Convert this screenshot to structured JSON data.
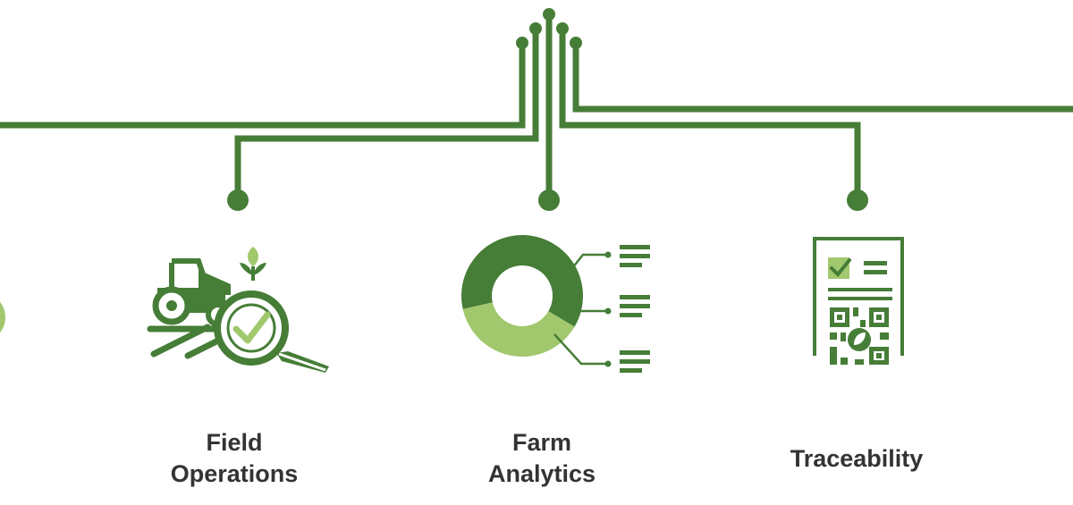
{
  "colors": {
    "dark_green": "#467d37",
    "light_green": "#a2c86e",
    "text": "#333333",
    "background": "#ffffff"
  },
  "nodes": [
    {
      "id": "field-operations",
      "label_lines": [
        "Field",
        "Operations"
      ],
      "icon": "tractor-magnifier-check-icon"
    },
    {
      "id": "farm-analytics",
      "label_lines": [
        "Farm",
        "Analytics"
      ],
      "icon": "donut-chart-icon"
    },
    {
      "id": "traceability",
      "label_lines": [
        "Traceability"
      ],
      "icon": "document-qr-code-icon"
    }
  ],
  "donut_chart": {
    "segments": [
      {
        "name": "dark",
        "fraction": 0.62,
        "color": "#467d37"
      },
      {
        "name": "light",
        "fraction": 0.38,
        "color": "#a2c86e"
      }
    ]
  }
}
